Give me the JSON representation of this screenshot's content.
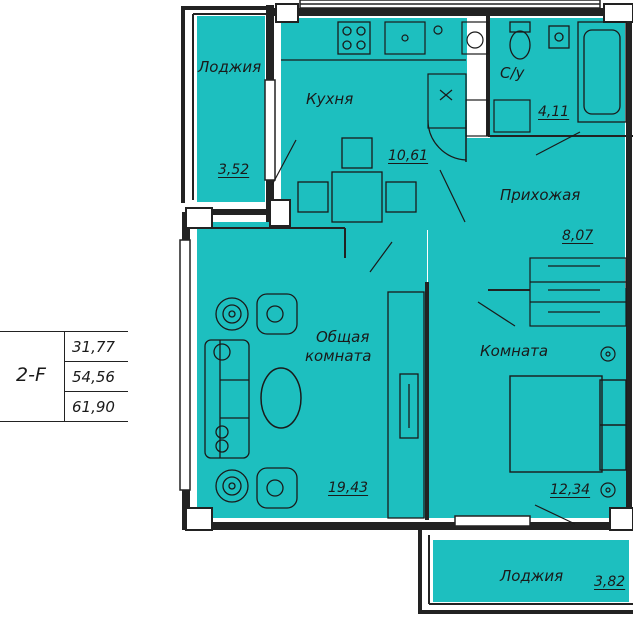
{
  "colors": {
    "room_fill": "#1dbfbf",
    "wall": "#222222",
    "line": "#1a1a1a"
  },
  "rooms": {
    "loggia_left": {
      "label": "Лоджия",
      "area": "3,52"
    },
    "kitchen": {
      "label": "Кухня",
      "area": "10,61"
    },
    "bathroom": {
      "label": "С/у",
      "area": "4,11"
    },
    "hallway": {
      "label": "Прихожая",
      "area": "8,07"
    },
    "living": {
      "label_line1": "Общая",
      "label_line2": "комната",
      "area": "19,43"
    },
    "bedroom": {
      "label": "Комната",
      "area": "12,34"
    },
    "loggia_bottom": {
      "label": "Лоджия",
      "area": "3,82"
    }
  },
  "summary": {
    "unit_code": "2-F",
    "values": [
      "31,77",
      "54,56",
      "61,90"
    ]
  },
  "icons": [
    "stove-icon",
    "sink-icon",
    "washing-machine-icon",
    "toilet-icon",
    "bathtub-icon",
    "dining-table-icon",
    "armchair-icon",
    "sofa-icon",
    "plant-icon",
    "coffee-table-icon",
    "tv-stand-icon",
    "bed-icon",
    "wardrobe-icon",
    "door-swing-icon"
  ]
}
